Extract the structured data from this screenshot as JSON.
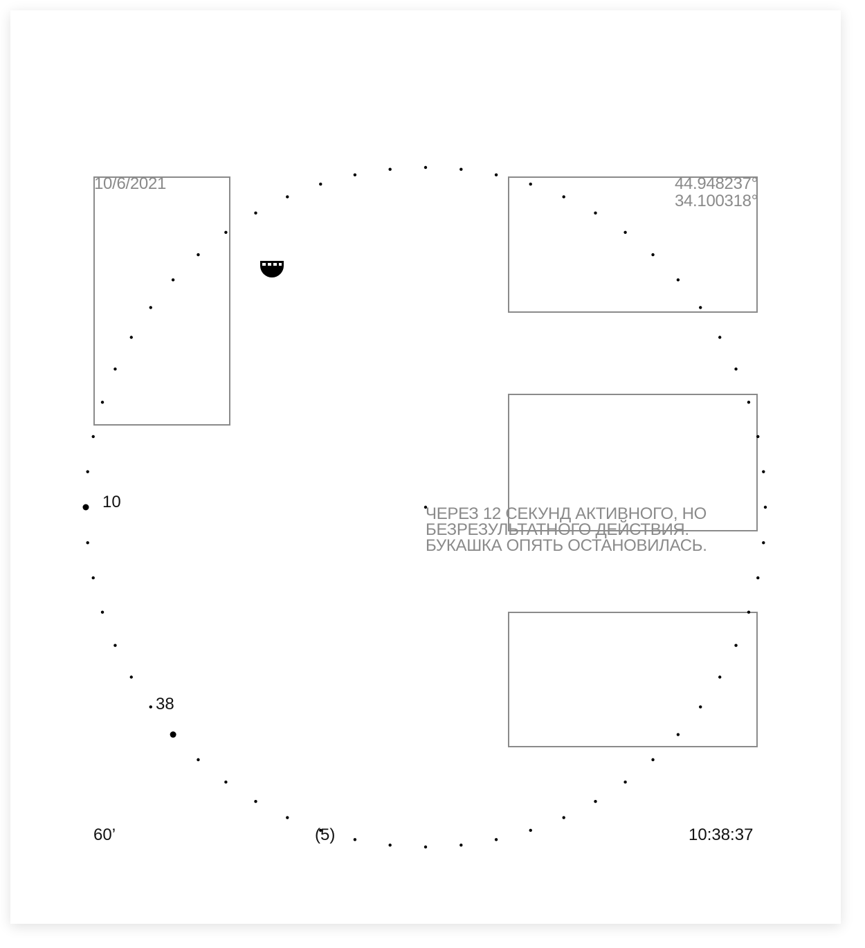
{
  "date": "10/6/2021",
  "coordinates": {
    "lat": "44.948237°",
    "lon": "34.100318°"
  },
  "message": [
    "ЧЕРЕЗ 12 СЕКУНД АКТИВНОГО, НО",
    "БЕЗРЕЗУЛЬТАТНОГО ДЕЙСТВИЯ.",
    "БУКАШКА ОПЯТЬ ОСТАНОВИЛАСЬ."
  ],
  "markers": [
    {
      "label": "10",
      "index": 45
    },
    {
      "label": "38",
      "index": 38
    }
  ],
  "dial": {
    "dot_count": 60
  },
  "footer": {
    "duration": "60’",
    "count": "(5)",
    "time": "10:38:37"
  },
  "icon": "bug-icon"
}
